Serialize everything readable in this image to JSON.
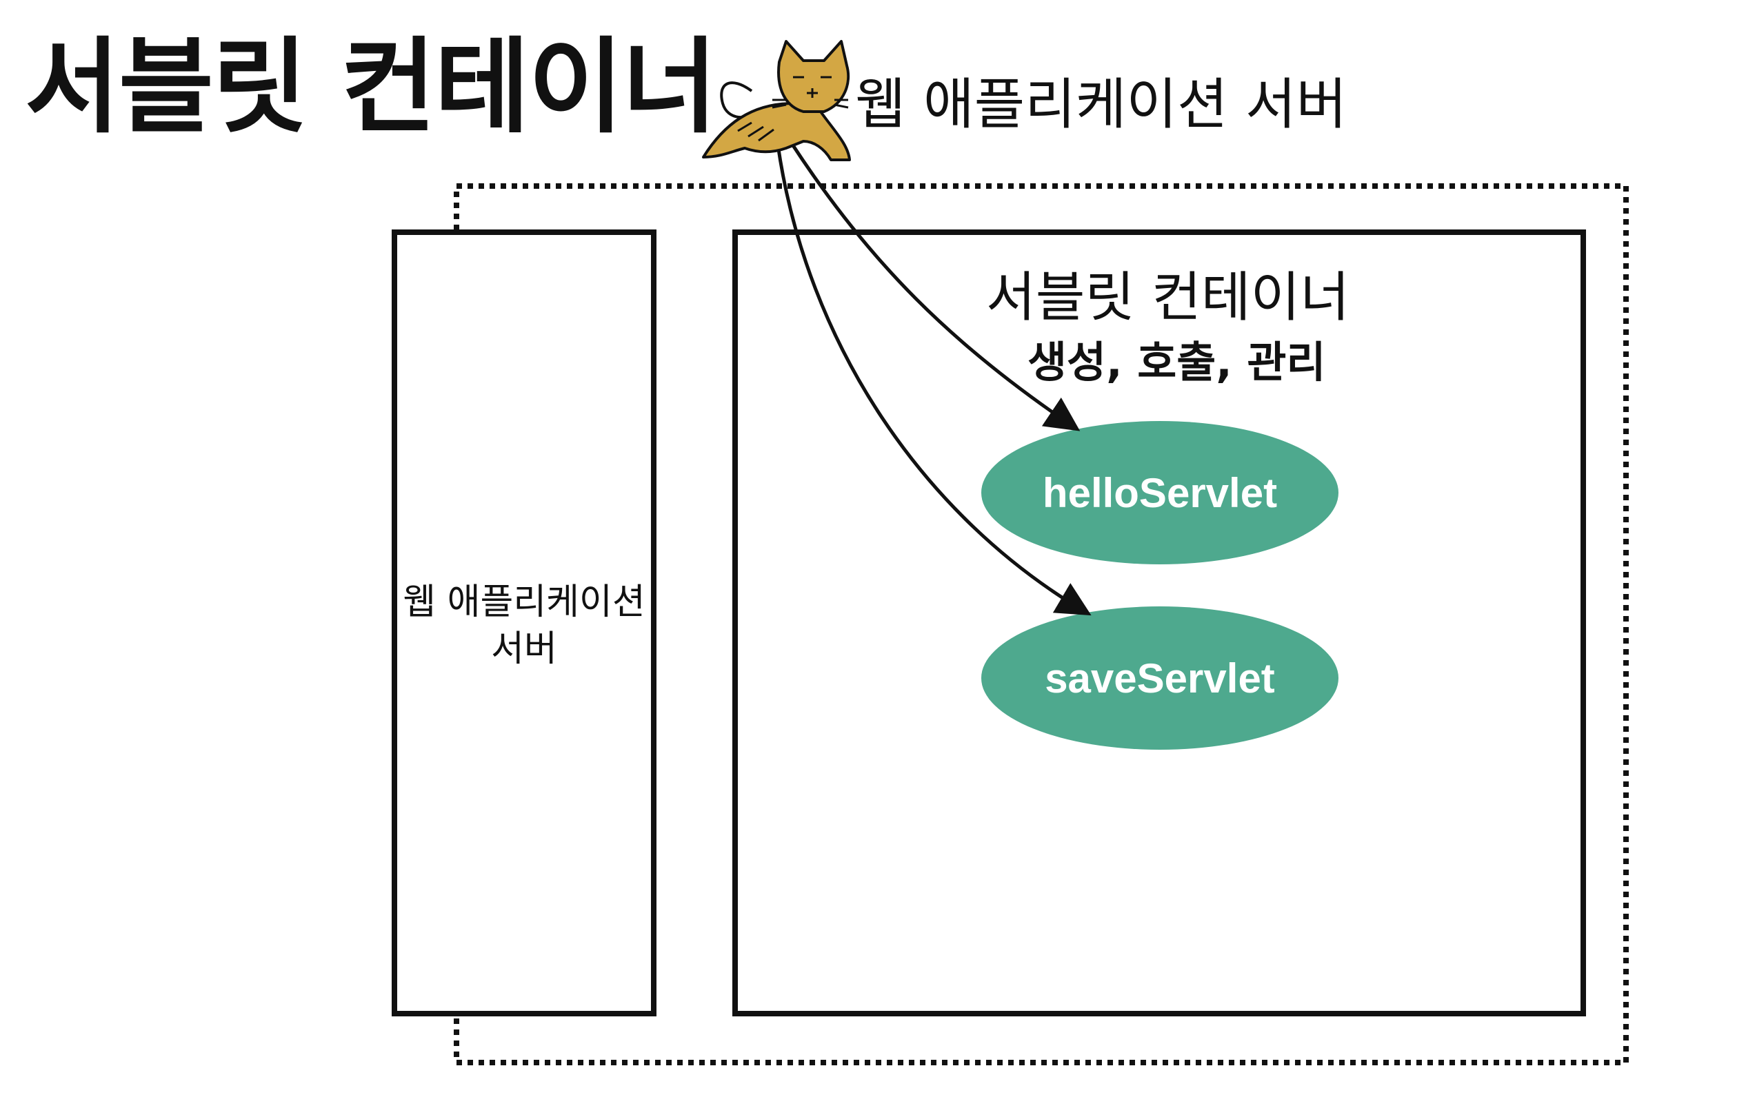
{
  "title": "서블릿 컨테이너",
  "server_title": "웹 애플리케이션 서버",
  "left_box": {
    "label_line1": "웹 애플리케이션",
    "label_line2": "서버"
  },
  "container": {
    "title": "서블릿 컨테이너",
    "subtitle": "생성, 호출, 관리"
  },
  "servlets": [
    {
      "label": "helloServlet"
    },
    {
      "label": "saveServlet"
    }
  ],
  "colors": {
    "servlet_fill": "#4ea98e",
    "cat_fill": "#d3a744",
    "stroke": "#111111"
  },
  "icons": {
    "server_logo": "tomcat-cat-icon"
  }
}
